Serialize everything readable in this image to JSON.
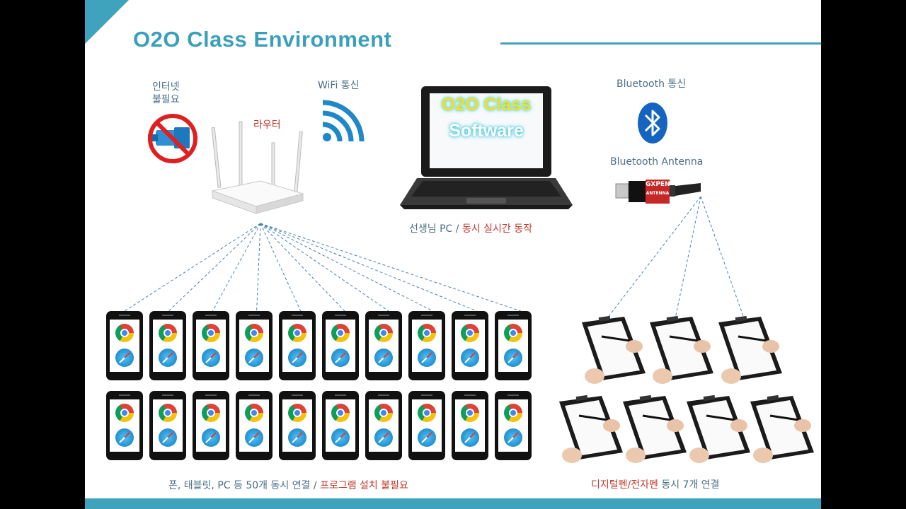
{
  "title": "O2O Class Environment",
  "labels": {
    "internet_not_needed": "인터넷\n불필요",
    "wifi": "WiFi 통신",
    "router": "라우터",
    "bluetooth": "Bluetooth 통신",
    "bluetooth_antenna": "Bluetooth Antenna",
    "teacher_pc": "선생님 PC / ",
    "realtime": "동시 실시간 동작",
    "devices": "폰, 태블릿, PC 등 50개 동시 연결  / ",
    "no_install": "프로그램 설치 불필요",
    "pens": "디지털펜/전자펜",
    "pens_count": " 동시 7개 연결"
  },
  "screen": {
    "line1": "O2O Class",
    "line2": "Software"
  },
  "antenna_brand": {
    "line1": "GXPEN",
    "line2": "ANTENNA"
  },
  "colors": {
    "accent": "#3fa3bd",
    "label": "#4a6e85",
    "highlight": "#c0392b",
    "wifi": "#1e88c9",
    "bluetooth": "#1565c0"
  }
}
